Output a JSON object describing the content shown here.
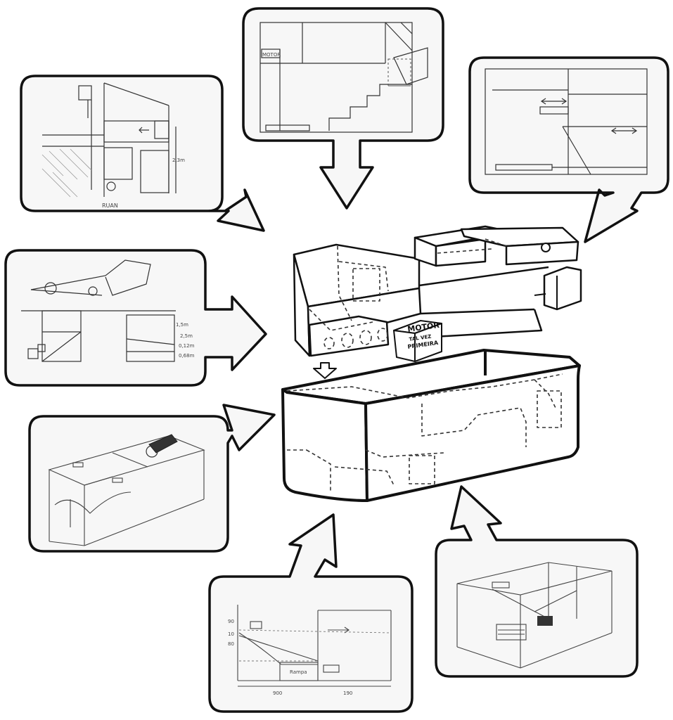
{
  "sketches": {
    "top_left": {
      "caption": "RUAN",
      "dimension": "2,3m"
    },
    "top_center": {
      "label": "MOTOR"
    },
    "mid_left": {
      "dim_a": "1,5m",
      "dim_b": "2,5m",
      "dim_c": "0,12m",
      "dim_d": "0,68m"
    },
    "bottom_center": {
      "y_top": "90",
      "y_mid": "10",
      "y_low": "80",
      "x_left": "900",
      "x_right": "190",
      "box": "Rampa"
    }
  },
  "central": {
    "motor_label_line1": "MOTOR",
    "motor_label_line2": "TAL VEZ",
    "motor_label_line3": "PRIMEIRA"
  },
  "colors": {
    "ink": "#111111",
    "pencil": "#555555",
    "panel_bg": "#f7f7f7"
  }
}
